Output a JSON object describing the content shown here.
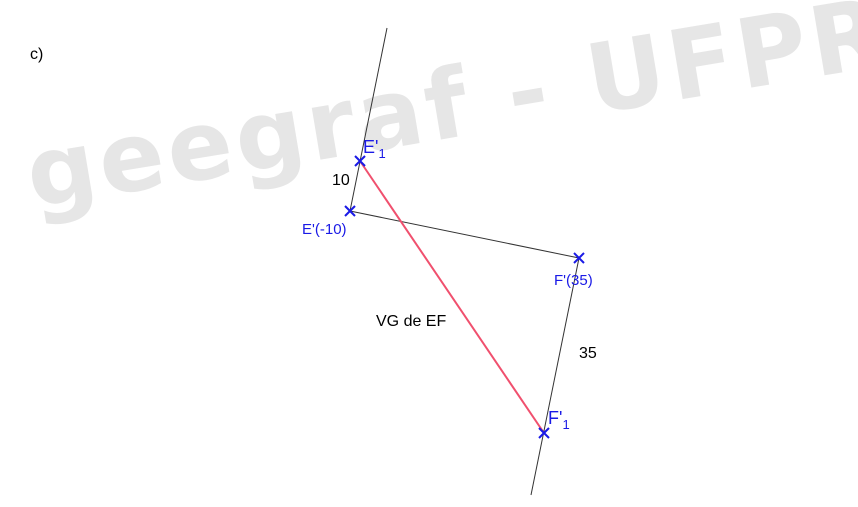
{
  "part_label": "c)",
  "watermark": "geegraf - UFPR",
  "points": {
    "e1": {
      "name": "E'",
      "sub": "1"
    },
    "e": {
      "text": "E'(-10)"
    },
    "f": {
      "text": "F'(35)"
    },
    "f1": {
      "name": "F'",
      "sub": "1"
    }
  },
  "dimensions": {
    "e_offset": "10",
    "f_offset": "35"
  },
  "vg_label": "VG de EF",
  "colors": {
    "construction": "#333333",
    "true_length": "#f0506e",
    "points": "#1a1ae6",
    "watermark": "#e6e6e6"
  }
}
